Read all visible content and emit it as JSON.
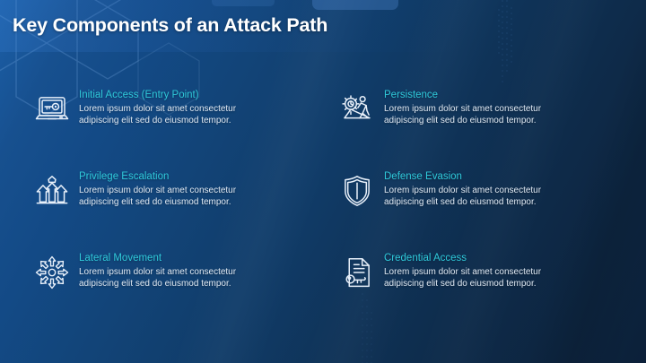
{
  "slide": {
    "title": "Key Components of an Attack Path",
    "accent_heading_color": "#2fc9da",
    "body_text_color": "#dfe8f2",
    "background_light": "#1b5fa8",
    "background_dark": "#0c2039",
    "icon_stroke_color": "#e8f0fa"
  },
  "items": [
    {
      "heading": "Initial Access (Entry Point)",
      "body": "Lorem ipsum dolor sit amet consectetur adipiscing elit sed do eiusmod tempor.",
      "icon": "laptop-key-icon"
    },
    {
      "heading": "Persistence",
      "body": "Lorem ipsum dolor sit amet consectetur adipiscing elit sed do eiusmod tempor.",
      "icon": "person-pushing-gear-icon"
    },
    {
      "heading": "Privilege Escalation",
      "body": "Lorem ipsum dolor sit amet consectetur adipiscing elit sed do eiusmod tempor.",
      "icon": "rising-arrows-crown-icon"
    },
    {
      "heading": "Defense Evasion",
      "body": "Lorem ipsum dolor sit amet consectetur adipiscing elit sed do eiusmod tempor.",
      "icon": "shield-icon"
    },
    {
      "heading": "Lateral Movement",
      "body": "Lorem ipsum dolor sit amet consectetur adipiscing elit sed do eiusmod tempor.",
      "icon": "eight-direction-arrows-icon"
    },
    {
      "heading": "Credential Access",
      "body": "Lorem ipsum dolor sit amet consectetur adipiscing elit sed do eiusmod tempor.",
      "icon": "document-key-icon"
    }
  ]
}
